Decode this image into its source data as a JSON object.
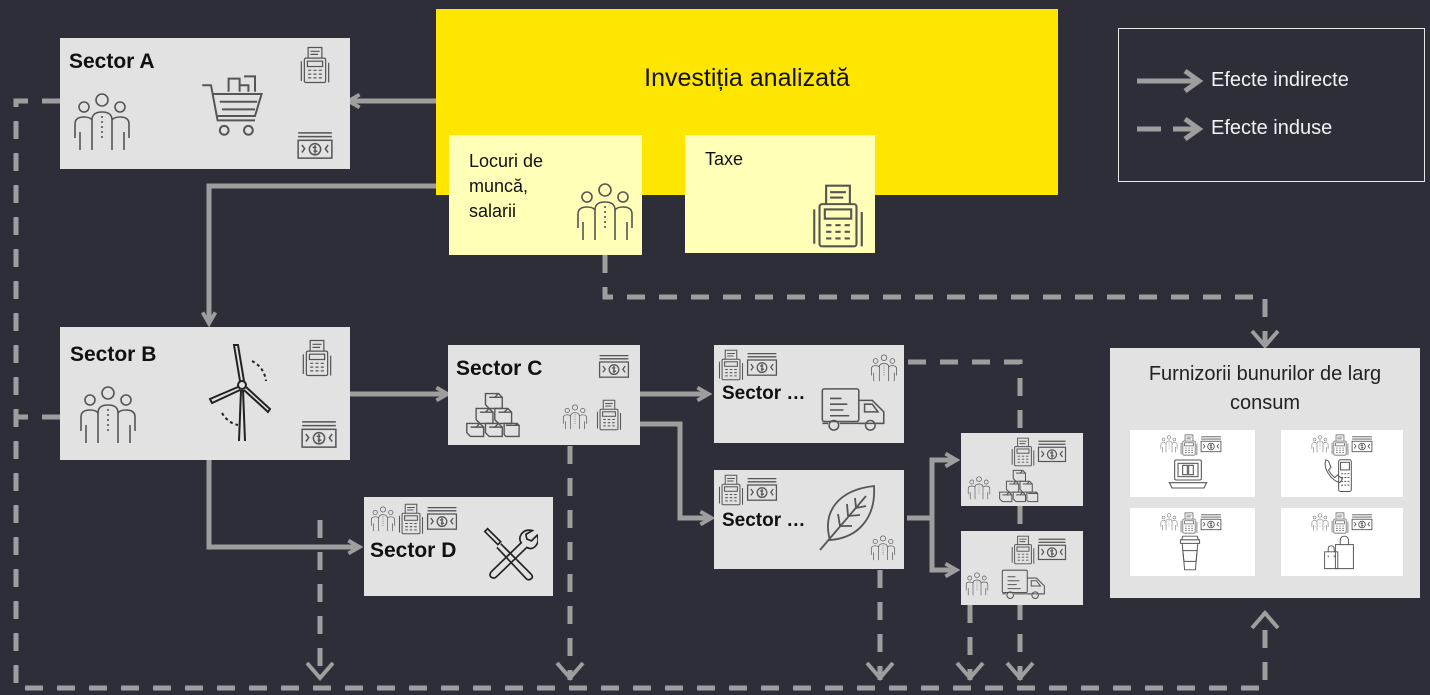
{
  "investment": {
    "title": "Investiția analizată",
    "jobs_label": "Locuri de muncă, salarii",
    "taxes_label": "Taxe"
  },
  "sectors": {
    "a": "Sector A",
    "b": "Sector B",
    "c": "Sector C",
    "d": "Sector D",
    "e": "Sector …",
    "f": "Sector …"
  },
  "consumer_goods": {
    "title": "Furnizorii bunurilor de larg consum"
  },
  "legend": {
    "indirect": "Efecte indirecte",
    "induced": "Efecte induse"
  },
  "colors": {
    "background": "#2e2e38",
    "highlight": "#ffe600",
    "arrow": "#9e9e9e"
  }
}
